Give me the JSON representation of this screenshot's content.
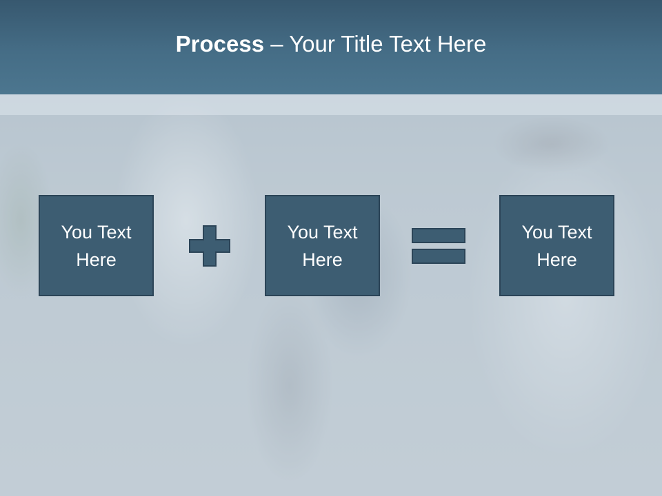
{
  "slide": {
    "title_bold": "Process",
    "title_rest": " – Your Title Text Here",
    "boxes": [
      {
        "line1": "You Text",
        "line2": "Here"
      },
      {
        "line1": "You Text",
        "line2": "Here"
      },
      {
        "line1": "You Text",
        "line2": "Here"
      }
    ],
    "operators": [
      "plus-icon",
      "equals-icon"
    ]
  },
  "colors": {
    "header": "#456d86",
    "box_fill": "#3d5d72",
    "box_border": "#2b4457",
    "operator_fill": "#3d5d72"
  }
}
